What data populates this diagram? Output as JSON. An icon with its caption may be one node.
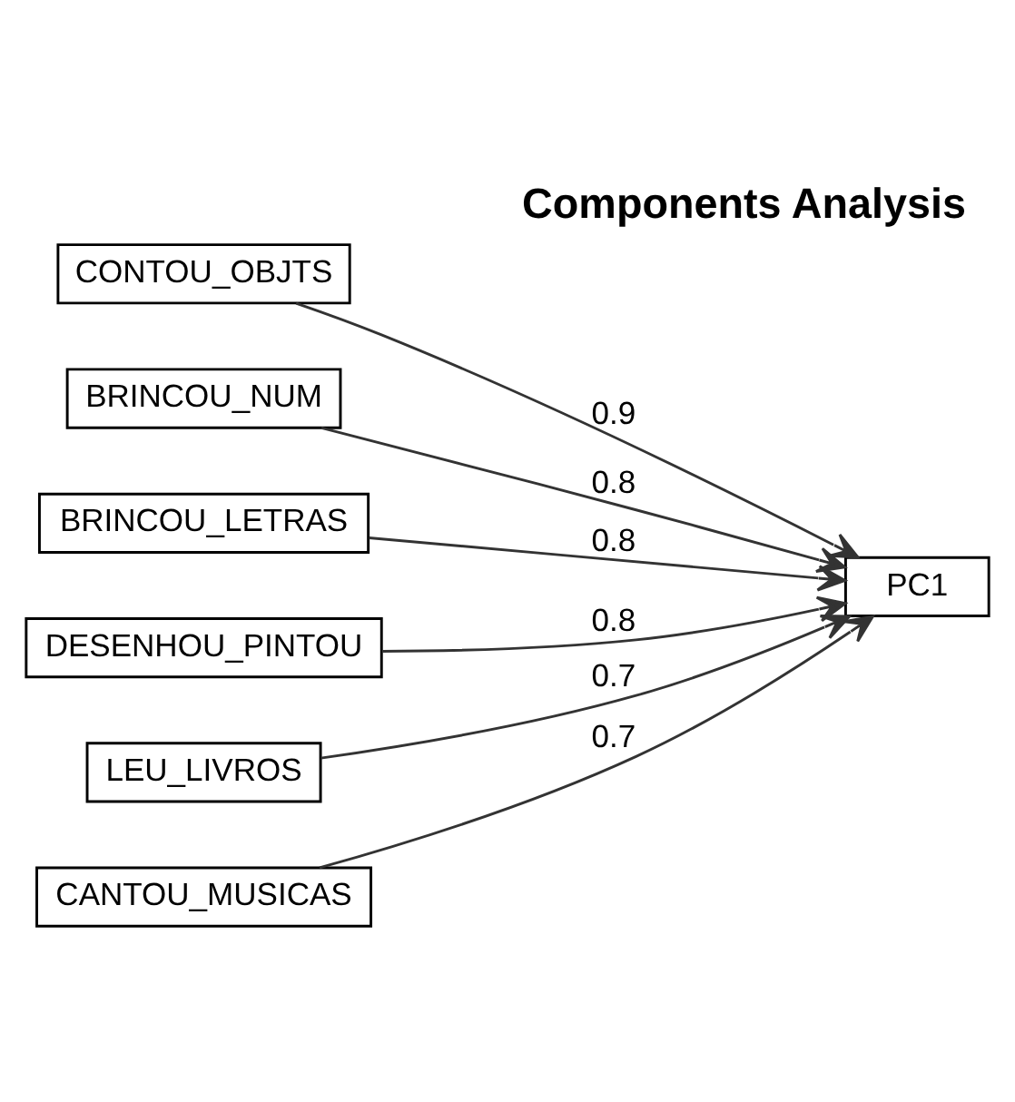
{
  "diagram": {
    "title": "Components Analysis",
    "nodes": [
      {
        "text": [
          "CONTOU_OBJTS"
        ]
      },
      {
        "text": [
          "BRINCOU_NUM"
        ]
      },
      {
        "text": [
          "BRINCOU_LETRAS"
        ]
      },
      {
        "text": [
          "DESENHOU_PINTOU"
        ]
      },
      {
        "text": [
          "LEU_LIVROS"
        ]
      },
      {
        "text": [
          "CANTOU_MUSICAS"
        ]
      },
      {
        "text": [
          "PC1"
        ]
      }
    ],
    "edges": [
      {
        "from": 0,
        "to": 6,
        "arrow": "to",
        "label": "0.9"
      },
      {
        "from": 1,
        "to": 6,
        "arrow": "to",
        "label": "0.8"
      },
      {
        "from": 2,
        "to": 6,
        "arrow": "to",
        "label": "0.8"
      },
      {
        "from": 3,
        "to": 6,
        "arrow": "to",
        "label": "0.8"
      },
      {
        "from": 4,
        "to": 6,
        "arrow": "to",
        "label": "0.7"
      },
      {
        "from": 5,
        "to": 6,
        "arrow": "to",
        "label": "0.7"
      }
    ]
  }
}
